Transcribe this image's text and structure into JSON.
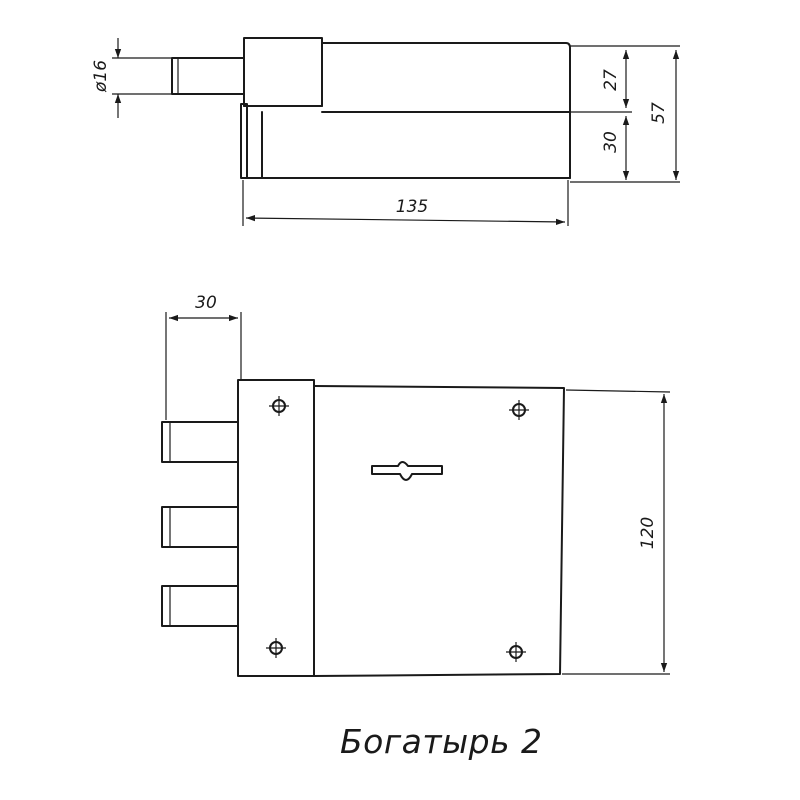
{
  "title": "Богатырь 2",
  "dimensions": {
    "diameter": "ø16",
    "h_upper": "27",
    "h_lower": "30",
    "h_total": "57",
    "length": "135",
    "pin_offset": "30",
    "height_front": "120"
  }
}
